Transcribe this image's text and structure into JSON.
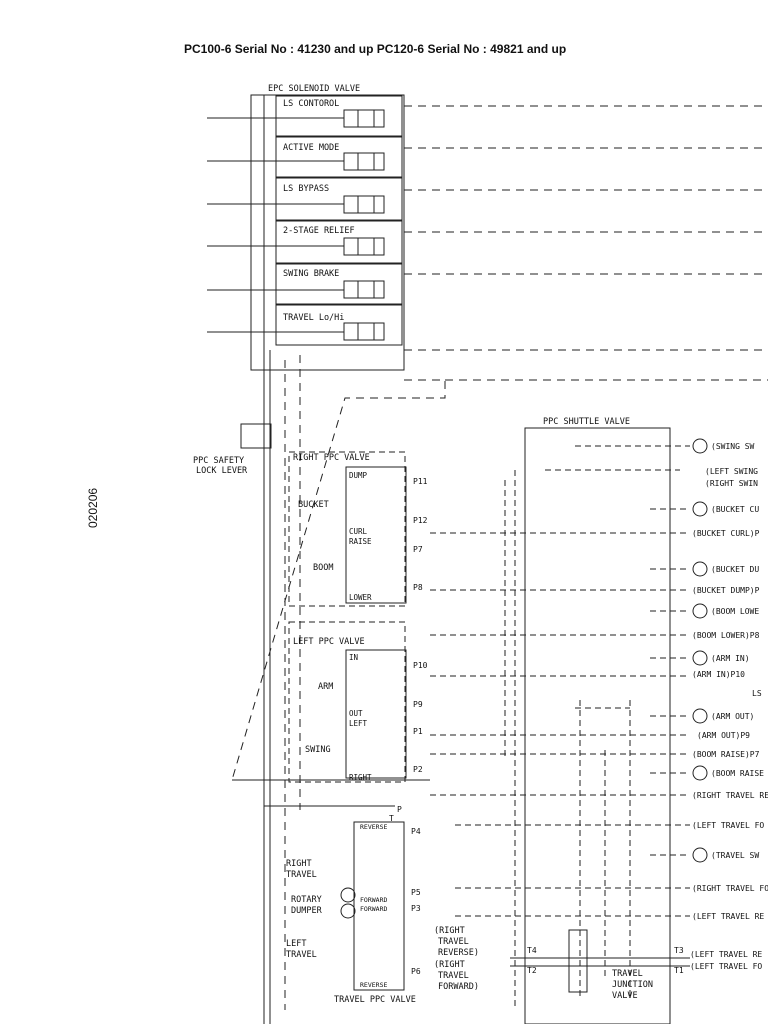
{
  "header": {
    "title": "PC100-6 Serial No :  41230 and up    PC120-6 Serial No : 49821 and up"
  },
  "side_code": "020206",
  "epc": {
    "title": "EPC SOLENOID VALVE",
    "solenoids": [
      "LS CONTOROL",
      "ACTIVE MODE",
      "LS BYPASS",
      "2-STAGE RELIEF",
      "SWING BRAKE",
      "TRAVEL Lo/Hi"
    ]
  },
  "safety": {
    "line1": "PPC SAFETY",
    "line2": "LOCK LEVER"
  },
  "right_ppc": {
    "title": "RIGHT PPC VALVE",
    "labels": [
      "BUCKET",
      "BOOM"
    ],
    "ports": [
      "DUMP",
      "CURL",
      "RAISE",
      "LOWER"
    ],
    "p_labels": [
      "P11",
      "P12",
      "P7",
      "P8"
    ]
  },
  "left_ppc": {
    "title": "LEFT PPC VALVE",
    "labels": [
      "ARM",
      "SWING"
    ],
    "ports": [
      "IN",
      "OUT",
      "LEFT",
      "RIGHT"
    ],
    "p_labels": [
      "P10",
      "P9",
      "P1",
      "P2"
    ]
  },
  "travel_ppc": {
    "title": "TRAVEL PPC VALVE",
    "labels": [
      "RIGHT",
      "TRAVEL",
      "ROTARY",
      "DUMPER",
      "LEFT",
      "TRAVEL"
    ],
    "boxes": [
      "REVERSE",
      "FORWARD",
      "FORWARD",
      "REVERSE"
    ],
    "p_labels": [
      "P",
      "T",
      "P4",
      "P5",
      "P3",
      "P6"
    ],
    "notes": [
      "(RIGHT",
      "TRAVEL",
      "REVERSE)",
      "(RIGHT",
      "TRAVEL",
      "FORWARD)"
    ]
  },
  "shuttle": {
    "title": "PPC SHUTTLE VALVE",
    "outputs": [
      "(SWING SW",
      "(LEFT SWING",
      "(RIGHT SWIN",
      "(BUCKET CU",
      "(BUCKET CURL)P",
      "(BUCKET DU",
      "(BUCKET DUMP)P",
      "(BOOM LOWE",
      "(BOOM LOWER)P8",
      "(ARM IN)",
      "(ARM IN)P10",
      "LS",
      "(ARM OUT)",
      "(ARM OUT)P9",
      "(BOOM RAISE)P7",
      "(BOOM RAISE",
      "(RIGHT TRAVEL RE",
      "(LEFT TRAVEL FO",
      "(TRAVEL SW",
      "(RIGHT TRAVEL FO",
      "(LEFT TRAVEL RE",
      "(LEFT TRAVEL RE",
      "(LEFT TRAVEL FO"
    ]
  },
  "junction": {
    "line1": "TRAVEL",
    "line2": "JUNCTION",
    "line3": "VALVE",
    "ports": [
      "T4",
      "T2",
      "T3",
      "T1"
    ]
  }
}
